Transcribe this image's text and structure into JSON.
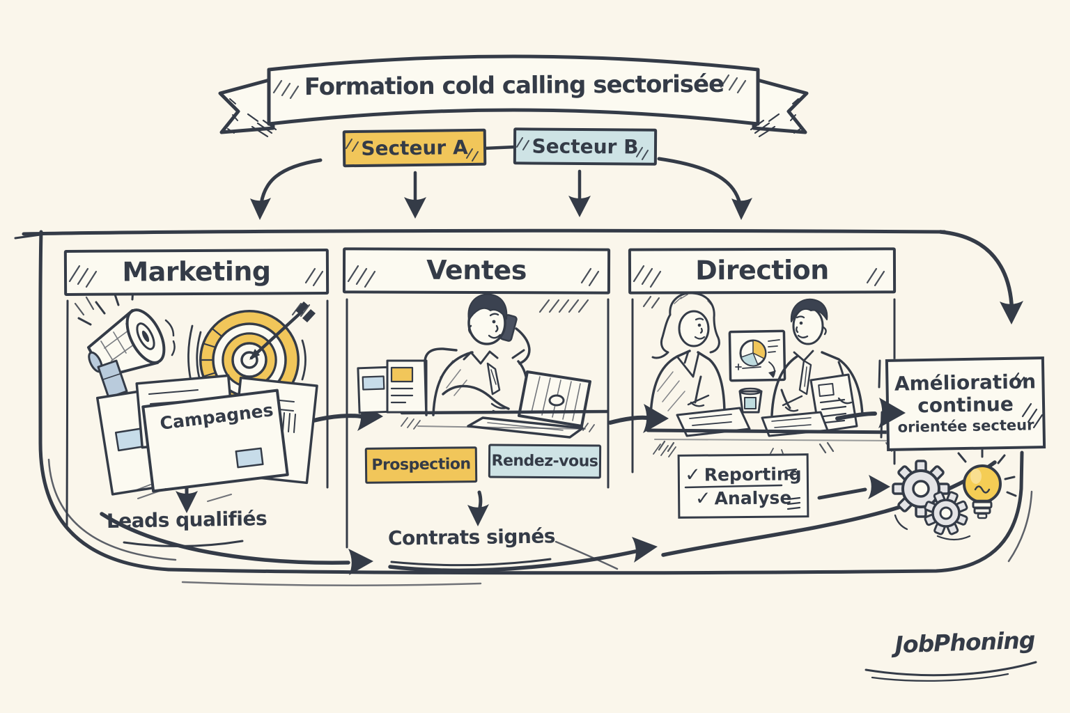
{
  "banner": {
    "title": "Formation cold calling sectorisée"
  },
  "sectors": {
    "a": "Secteur A",
    "b": "Secteur B"
  },
  "columns": {
    "marketing": {
      "title": "Marketing",
      "document_label": "Campagnes",
      "output": "Leads qualifiés"
    },
    "ventes": {
      "title": "Ventes",
      "tag_primary": "Prospection",
      "tag_secondary": "Rendez-vous",
      "output": "Contrats signés"
    },
    "direction": {
      "title": "Direction",
      "check_glyph": "✓",
      "checklist": [
        "Reporting",
        "Analyse"
      ]
    }
  },
  "improvement_box": {
    "line1": "Amélioration",
    "line2": "continue",
    "line3": "orientée secteur"
  },
  "brand": {
    "logo": "JobPhoning"
  },
  "colors": {
    "background": "#FAF6EB",
    "ink": "#343B47",
    "paper": "#FCFAF1",
    "accent_yellow": "#F1C65A",
    "accent_blue": "#CEE3E5",
    "doc_blue": "#C7DCE9",
    "gear_gray": "#E4E4E6",
    "bulb_yellow": "#F5CD55",
    "handle_blue": "#B9CBDC"
  }
}
